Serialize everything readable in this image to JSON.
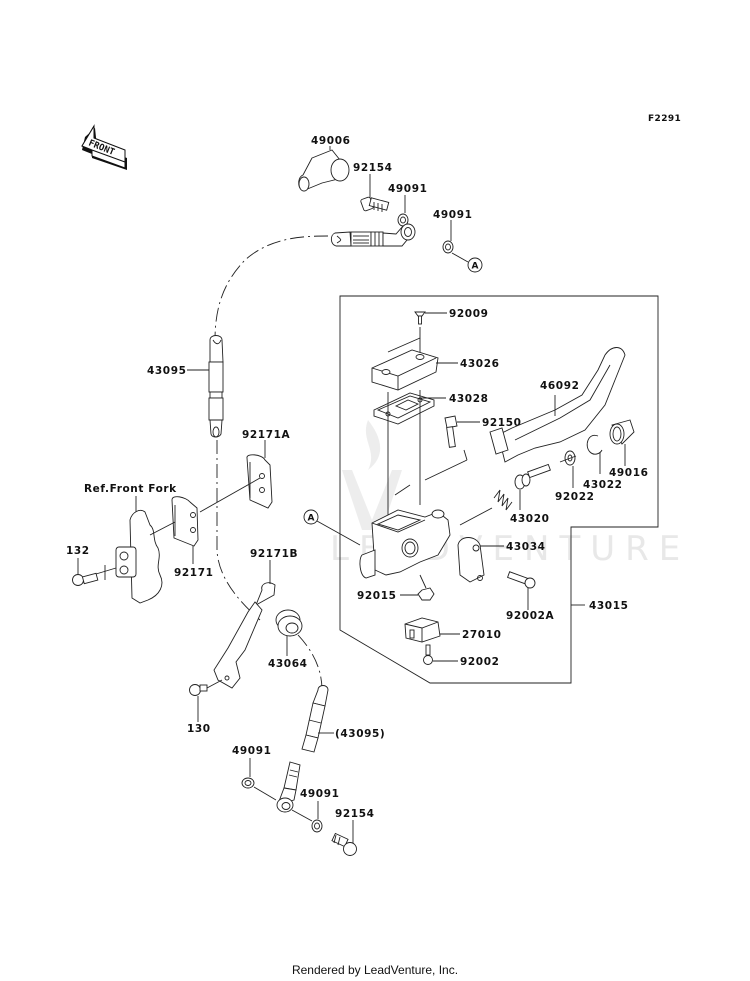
{
  "figure_code": "F2291",
  "direction_label": "FRONT",
  "reference_text": "Ref.Front Fork",
  "callout_letter": "A",
  "watermark": "LEADVENTURE",
  "footer": "Rendered by LeadVenture, Inc.",
  "parts": {
    "p49006": "49006",
    "p92154_top": "92154",
    "p49091_a": "49091",
    "p49091_b": "49091",
    "p43095": "43095",
    "p92171A": "92171A",
    "p92171": "92171",
    "p132": "132",
    "p92171B": "92171B",
    "p43064": "43064",
    "p130": "130",
    "p43095_ref": "(43095)",
    "p49091_c": "49091",
    "p49091_d": "49091",
    "p92154_bot": "92154",
    "p92009": "92009",
    "p43026": "43026",
    "p43028": "43028",
    "p92150": "92150",
    "p46092": "46092",
    "p49016": "49016",
    "p43022": "43022",
    "p92022": "92022",
    "p43020": "43020",
    "p43034": "43034",
    "p92015": "92015",
    "p92002A": "92002A",
    "p43015": "43015",
    "p27010": "27010",
    "p92002": "92002"
  }
}
